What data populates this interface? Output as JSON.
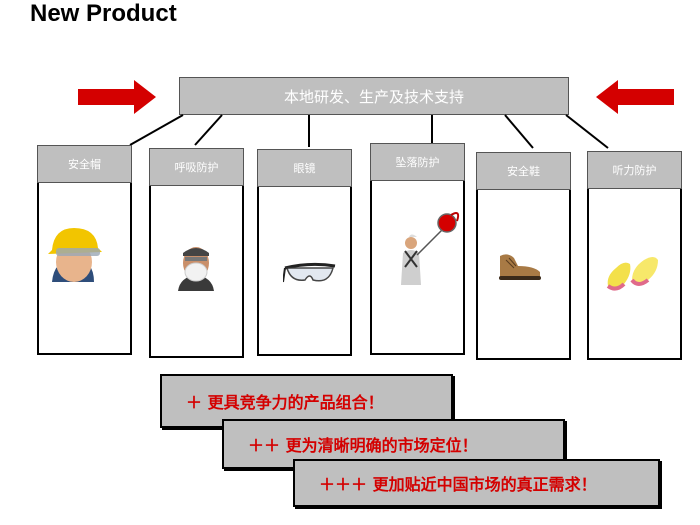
{
  "header": {
    "title": "New Product"
  },
  "center": {
    "label": "本地研发、生产及技术支持"
  },
  "categories": [
    {
      "label": "安全帽",
      "icon": "hard-hat-icon"
    },
    {
      "label": "呼吸防护",
      "icon": "respirator-icon"
    },
    {
      "label": "眼镜",
      "icon": "safety-glasses-icon"
    },
    {
      "label": "坠落防护",
      "icon": "fall-harness-icon"
    },
    {
      "label": "安全鞋",
      "icon": "safety-shoe-icon"
    },
    {
      "label": "听力防护",
      "icon": "earplugs-icon"
    }
  ],
  "slogans": [
    "＋ 更具竞争力的产品组合！",
    "＋＋ 更为清晰明确的市场定位！",
    "＋＋＋ 更加贴近中国市场的真正需求！"
  ],
  "colors": {
    "arrow": "#d40000",
    "box": "#bfbfbf",
    "slogan_text": "#d40000"
  }
}
